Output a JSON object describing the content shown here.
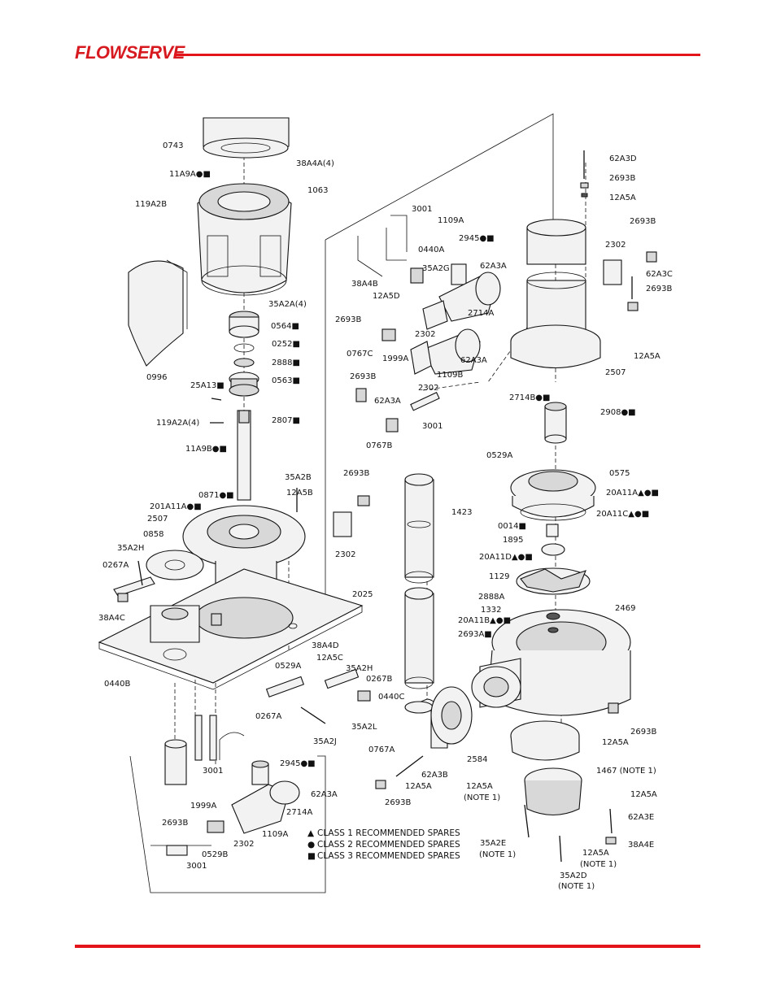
{
  "header": {
    "brand": "FLOWSERVE"
  },
  "colors": {
    "accent": "#e3151b",
    "ink": "#111111"
  },
  "labels": [
    {
      "id": "l0743",
      "text": "0743"
    },
    {
      "id": "l38A4A",
      "text": "38A4A(4)"
    },
    {
      "id": "l11A9A",
      "text": "11A9A●■"
    },
    {
      "id": "l1063",
      "text": "1063"
    },
    {
      "id": "l119A2B",
      "text": "119A2B"
    },
    {
      "id": "l35A2A",
      "text": "35A2A(4)"
    },
    {
      "id": "l0996",
      "text": "0996"
    },
    {
      "id": "l0564",
      "text": "0564■"
    },
    {
      "id": "l0252",
      "text": "0252■"
    },
    {
      "id": "l2888",
      "text": "2888■"
    },
    {
      "id": "l25A13",
      "text": "25A13■"
    },
    {
      "id": "l0563",
      "text": "0563■"
    },
    {
      "id": "l119A2A",
      "text": "119A2A(4)"
    },
    {
      "id": "l2807",
      "text": "2807■"
    },
    {
      "id": "l11A9B",
      "text": "11A9B●■"
    },
    {
      "id": "l3001a",
      "text": "3001"
    },
    {
      "id": "l1109A",
      "text": "1109A"
    },
    {
      "id": "l2945a",
      "text": "2945●■"
    },
    {
      "id": "l0440A",
      "text": "0440A"
    },
    {
      "id": "l35A2G",
      "text": "35A2G"
    },
    {
      "id": "l62A3Aa",
      "text": "62A3A"
    },
    {
      "id": "l38A4B",
      "text": "38A4B"
    },
    {
      "id": "l12A5D",
      "text": "12A5D"
    },
    {
      "id": "l2693Ba",
      "text": "2693B"
    },
    {
      "id": "l2714Aa",
      "text": "2714A"
    },
    {
      "id": "l2302a",
      "text": "2302"
    },
    {
      "id": "l0767C",
      "text": "0767C"
    },
    {
      "id": "l1999Aa",
      "text": "1999A"
    },
    {
      "id": "l62A3Ab",
      "text": "62A3A"
    },
    {
      "id": "l1109B",
      "text": "1109B"
    },
    {
      "id": "l2693Bb",
      "text": "2693B"
    },
    {
      "id": "l2302b",
      "text": "2302"
    },
    {
      "id": "l62A3Ac",
      "text": "62A3A"
    },
    {
      "id": "l3001b",
      "text": "3001"
    },
    {
      "id": "l0767B",
      "text": "0767B"
    },
    {
      "id": "l62A3D",
      "text": "62A3D"
    },
    {
      "id": "l2693Bc",
      "text": "2693B"
    },
    {
      "id": "l12A5Aa",
      "text": "12A5A"
    },
    {
      "id": "l2693Bd",
      "text": "2693B"
    },
    {
      "id": "l2302c",
      "text": "2302"
    },
    {
      "id": "l62A3C",
      "text": "62A3C"
    },
    {
      "id": "l2693Be",
      "text": "2693B"
    },
    {
      "id": "l12A5Ab",
      "text": "12A5A"
    },
    {
      "id": "l2507a",
      "text": "2507"
    },
    {
      "id": "l2714B",
      "text": "2714B●■"
    },
    {
      "id": "l2908",
      "text": "2908●■"
    },
    {
      "id": "l0529Aa",
      "text": "0529A"
    },
    {
      "id": "l0575",
      "text": "0575"
    },
    {
      "id": "l20A11A",
      "text": "20A11A▲●■"
    },
    {
      "id": "l20A11C",
      "text": "20A11C▲●■"
    },
    {
      "id": "l0014",
      "text": "0014■"
    },
    {
      "id": "l1895",
      "text": "1895"
    },
    {
      "id": "l20A11D",
      "text": "20A11D▲●■"
    },
    {
      "id": "l1129",
      "text": "1129"
    },
    {
      "id": "l2888A",
      "text": "2888A"
    },
    {
      "id": "l2469",
      "text": "2469"
    },
    {
      "id": "l1332",
      "text": "1332"
    },
    {
      "id": "l20A11B",
      "text": "20A11B▲●■"
    },
    {
      "id": "l2693A",
      "text": "2693A■"
    },
    {
      "id": "l35A2B",
      "text": "35A2B"
    },
    {
      "id": "l2693Bf",
      "text": "2693B"
    },
    {
      "id": "l0871",
      "text": "0871●■"
    },
    {
      "id": "l12A5B",
      "text": "12A5B"
    },
    {
      "id": "l201A11A",
      "text": "201A11A●■"
    },
    {
      "id": "l2507b",
      "text": "2507"
    },
    {
      "id": "l0858",
      "text": "0858"
    },
    {
      "id": "l35A2H",
      "text": "35A2H"
    },
    {
      "id": "l0267A",
      "text": "0267A"
    },
    {
      "id": "l38A4C",
      "text": "38A4C"
    },
    {
      "id": "l2302d",
      "text": "2302"
    },
    {
      "id": "l1423",
      "text": "1423"
    },
    {
      "id": "l2025",
      "text": "2025"
    },
    {
      "id": "l0529Ab",
      "text": "0529A"
    },
    {
      "id": "l38A4D",
      "text": "38A4D"
    },
    {
      "id": "l12A5C",
      "text": "12A5C"
    },
    {
      "id": "l35A2Hb",
      "text": "35A2H"
    },
    {
      "id": "l0267B",
      "text": "0267B"
    },
    {
      "id": "l0440B",
      "text": "0440B"
    },
    {
      "id": "l0440C",
      "text": "0440C"
    },
    {
      "id": "l0267Ab",
      "text": "0267A"
    },
    {
      "id": "l35A2L",
      "text": "35A2L"
    },
    {
      "id": "l35A2J",
      "text": "35A2J"
    },
    {
      "id": "l0767A",
      "text": "0767A"
    },
    {
      "id": "l2584",
      "text": "2584"
    },
    {
      "id": "l2693Bg",
      "text": "2693B"
    },
    {
      "id": "l12A5Ac",
      "text": "12A5A"
    },
    {
      "id": "l1467",
      "text": "1467 (NOTE 1)"
    },
    {
      "id": "l3001c",
      "text": "3001"
    },
    {
      "id": "l2945b",
      "text": "2945●■"
    },
    {
      "id": "l62A3B",
      "text": "62A3B"
    },
    {
      "id": "l12A5Ad",
      "text": "12A5A"
    },
    {
      "id": "l2693Bh",
      "text": "2693B"
    },
    {
      "id": "l62A3Ad",
      "text": "62A3A"
    },
    {
      "id": "l1999Ab",
      "text": "1999A"
    },
    {
      "id": "l2714Ab",
      "text": "2714A"
    },
    {
      "id": "l2693Bi",
      "text": "2693B"
    },
    {
      "id": "l1109Ab",
      "text": "1109A"
    },
    {
      "id": "l2302e",
      "text": "2302"
    },
    {
      "id": "l0529B",
      "text": "0529B"
    },
    {
      "id": "l3001d",
      "text": "3001"
    },
    {
      "id": "l12A5Ae",
      "text": "12A5A"
    },
    {
      "id": "l12A5Ae2",
      "text": "(NOTE 1)"
    },
    {
      "id": "l12A5Af",
      "text": "12A5A"
    },
    {
      "id": "l62A3E",
      "text": "62A3E"
    },
    {
      "id": "l38A4E",
      "text": "38A4E"
    },
    {
      "id": "l35A2E",
      "text": "35A2E"
    },
    {
      "id": "l35A2E2",
      "text": "(NOTE 1)"
    },
    {
      "id": "l12A5Ag",
      "text": "12A5A"
    },
    {
      "id": "l12A5Ag2",
      "text": "(NOTE 1)"
    },
    {
      "id": "l35A2D",
      "text": "35A2D"
    },
    {
      "id": "l35A2D2",
      "text": "(NOTE 1)"
    }
  ],
  "legend": [
    {
      "symbol": "▲",
      "text": "CLASS 1 RECOMMENDED SPARES"
    },
    {
      "symbol": "●",
      "text": "CLASS 2 RECOMMENDED SPARES"
    },
    {
      "symbol": "■",
      "text": "CLASS 3 RECOMMENDED SPARES"
    }
  ]
}
